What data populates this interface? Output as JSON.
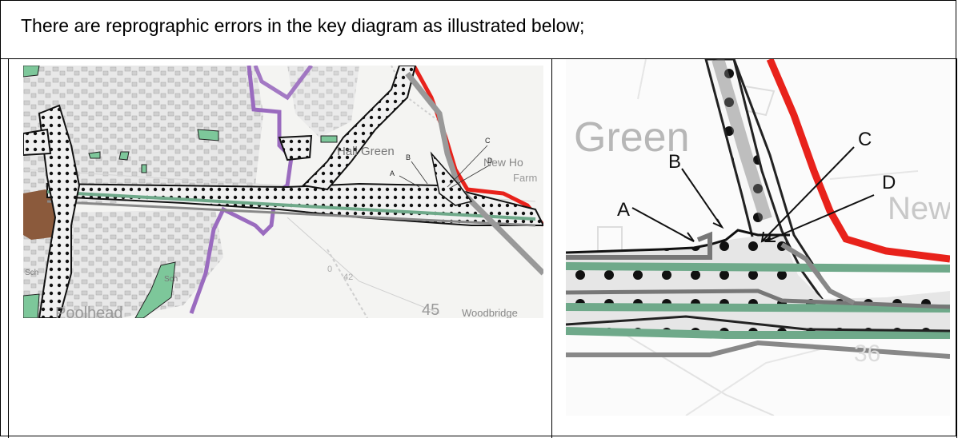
{
  "header": {
    "text": "There are reprographic errors in the key diagram as illustrated below;"
  },
  "left_map": {
    "place_labels": {
      "hall_green": "Hall Green",
      "new_ho": "New Ho",
      "farm": "Farm",
      "poolhead": "Poolhead",
      "woodbridge": "Woodbridge",
      "grid_45": "45",
      "grid_42": "42",
      "grid_0": "0",
      "sch1": "Sch",
      "sch2": "Sch"
    },
    "callouts": {
      "a": "A",
      "b": "B",
      "c": "C",
      "d": "D"
    }
  },
  "right_map": {
    "place_labels": {
      "green": "Green",
      "new": "New",
      "grid_36": "36"
    },
    "callouts": {
      "a": "A",
      "b": "B",
      "c": "C",
      "d": "D"
    }
  },
  "colors": {
    "boundary_red": "#e8221b",
    "boundary_purple": "#9a6bbf",
    "green_space": "#7dc79a",
    "brown_area": "#8b5a3c",
    "corridor_green": "#6fa98a"
  }
}
